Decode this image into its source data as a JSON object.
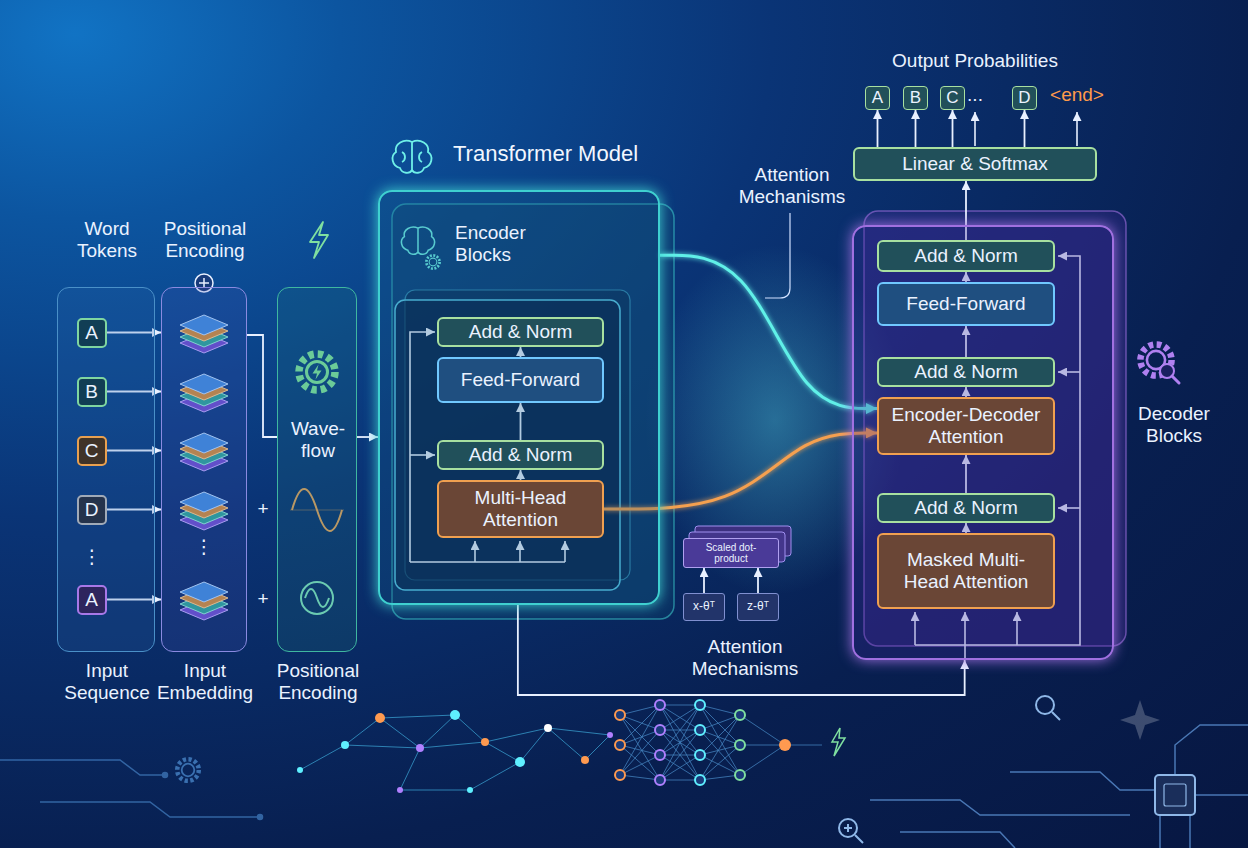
{
  "diagram": {
    "title": "Transformer Model",
    "nodes": [
      {
        "text": [
          "Word Tokens",
          "Input Sequence"
        ]
      },
      {
        "text": [
          "A"
        ],
        "in": 0
      },
      {
        "text": [
          "B"
        ],
        "in": 0
      },
      {
        "text": [
          "C"
        ],
        "in": 0
      },
      {
        "text": [
          "D"
        ],
        "in": 0
      },
      {
        "text": [
          "A"
        ],
        "in": 0
      },
      {
        "text": [
          "Positional Encoding",
          "Input Embedding"
        ]
      },
      {
        "text": [
          "Wave-flow",
          "Positional Encoding"
        ]
      },
      {
        "text": [
          "Encoder Blocks"
        ]
      },
      {
        "text": [
          "Add & Norm"
        ],
        "in": 8
      },
      {
        "text": [
          "Feed-Forward"
        ],
        "in": 8
      },
      {
        "text": [
          "Add & Norm"
        ],
        "in": 8
      },
      {
        "text": [
          "Multi-Head Attention"
        ],
        "in": 8
      },
      {
        "text": [
          "Decoder Blocks"
        ]
      },
      {
        "text": [
          "Add & Norm"
        ],
        "in": 13
      },
      {
        "text": [
          "Feed-Forward"
        ],
        "in": 13
      },
      {
        "text": [
          "Add & Norm"
        ],
        "in": 13
      },
      {
        "text": [
          "Encoder-Decoder Attention"
        ],
        "in": 13
      },
      {
        "text": [
          "Add & Norm"
        ],
        "in": 13
      },
      {
        "text": [
          "Masked Multi-Head Attention"
        ],
        "in": 13
      },
      {
        "text": [
          "Linear & Softmax"
        ]
      },
      {
        "text": [
          "A"
        ]
      },
      {
        "text": [
          "B"
        ]
      },
      {
        "text": [
          "C"
        ]
      },
      {
        "text": [
          "D"
        ]
      },
      {
        "text": [
          "Scaled dot-product"
        ]
      },
      {
        "text": [
          "x-θᵀ"
        ]
      },
      {
        "text": [
          "z-θᵀ"
        ]
      }
    ],
    "edges": [
      {
        "from": 1,
        "to": 6,
        "arrow": "to"
      },
      {
        "from": 2,
        "to": 6,
        "arrow": "to"
      },
      {
        "from": 3,
        "to": 6,
        "arrow": "to"
      },
      {
        "from": 4,
        "to": 6,
        "arrow": "to"
      },
      {
        "from": 5,
        "to": 6,
        "arrow": "to"
      },
      {
        "from": 6,
        "to": 7,
        "arrow": "none"
      },
      {
        "from": 7,
        "to": 8,
        "arrow": "to"
      },
      {
        "from": 8,
        "to": 17,
        "arrow": "to"
      },
      {
        "from": 12,
        "to": 17,
        "arrow": "to"
      },
      {
        "from": 8,
        "to": 13,
        "arrow": "to"
      },
      {
        "from": 12,
        "to": 11,
        "arrow": "to"
      },
      {
        "from": 11,
        "to": 10,
        "arrow": "to"
      },
      {
        "from": 10,
        "to": 9,
        "arrow": "to"
      },
      {
        "from": 19,
        "to": 18,
        "arrow": "to"
      },
      {
        "from": 18,
        "to": 17,
        "arrow": "to"
      },
      {
        "from": 17,
        "to": 16,
        "arrow": "to"
      },
      {
        "from": 16,
        "to": 15,
        "arrow": "to"
      },
      {
        "from": 15,
        "to": 14,
        "arrow": "to"
      },
      {
        "from": 14,
        "to": 20,
        "arrow": "to"
      },
      {
        "from": 20,
        "to": 21,
        "arrow": "to"
      },
      {
        "from": 20,
        "to": 22,
        "arrow": "to"
      },
      {
        "from": 20,
        "to": 23,
        "arrow": "to"
      },
      {
        "from": 20,
        "to": 24,
        "arrow": "to"
      },
      {
        "from": 26,
        "to": 25,
        "arrow": "to"
      },
      {
        "from": 27,
        "to": 25,
        "arrow": "to"
      }
    ],
    "labels": [
      "Output Probabilities",
      "...",
      "<end>",
      "Attention Mechanisms",
      "⋮",
      "⋮",
      "+",
      "+",
      "Attention Mechanisms"
    ]
  }
}
